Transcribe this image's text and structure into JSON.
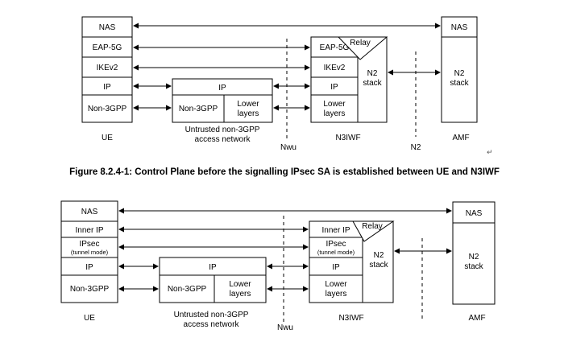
{
  "figure1": {
    "ue": {
      "nas": "NAS",
      "eap": "EAP-5G",
      "ike": "IKEv2",
      "ip": "IP",
      "l2": "Non-3GPP",
      "name": "UE"
    },
    "access": {
      "ip": "IP",
      "l2": "Non-3GPP",
      "lower": "Lower\nlayers",
      "name": "Untrusted non-3GPP\naccess network"
    },
    "nwu": "Nwu",
    "n3iwf": {
      "relay": "Relay",
      "eap": "EAP-5G",
      "ike": "IKEv2",
      "ip": "IP",
      "lower": "Lower\nlayers",
      "n2": "N2\nstack",
      "name": "N3IWF"
    },
    "n2": "N2",
    "amf": {
      "nas": "NAS",
      "n2": "N2\nstack",
      "name": "AMF"
    },
    "caption": "Figure 8.2.4-1: Control Plane before the signalling IPsec SA is established between UE and N3IWF"
  },
  "figure2": {
    "ue": {
      "nas": "NAS",
      "inner": "Inner IP",
      "ipsec": "IPsec",
      "ipsec_mode": "(tunnel mode)",
      "ip": "IP",
      "l2": "Non-3GPP",
      "name": "UE"
    },
    "access": {
      "ip": "IP",
      "l2": "Non-3GPP",
      "lower": "Lower\nlayers",
      "name": "Untrusted non-3GPP\naccess network"
    },
    "nwu": "Nwu",
    "n3iwf": {
      "relay": "Relay",
      "inner": "Inner IP",
      "ipsec": "IPsec",
      "ipsec_mode": "(tunnel mode)",
      "ip": "IP",
      "lower": "Lower\nlayers",
      "n2": "N2\nstack",
      "name": "N3IWF"
    },
    "amf": {
      "nas": "NAS",
      "n2": "N2\nstack",
      "name": "AMF"
    }
  },
  "misc": {
    "return_mark": "↵"
  }
}
